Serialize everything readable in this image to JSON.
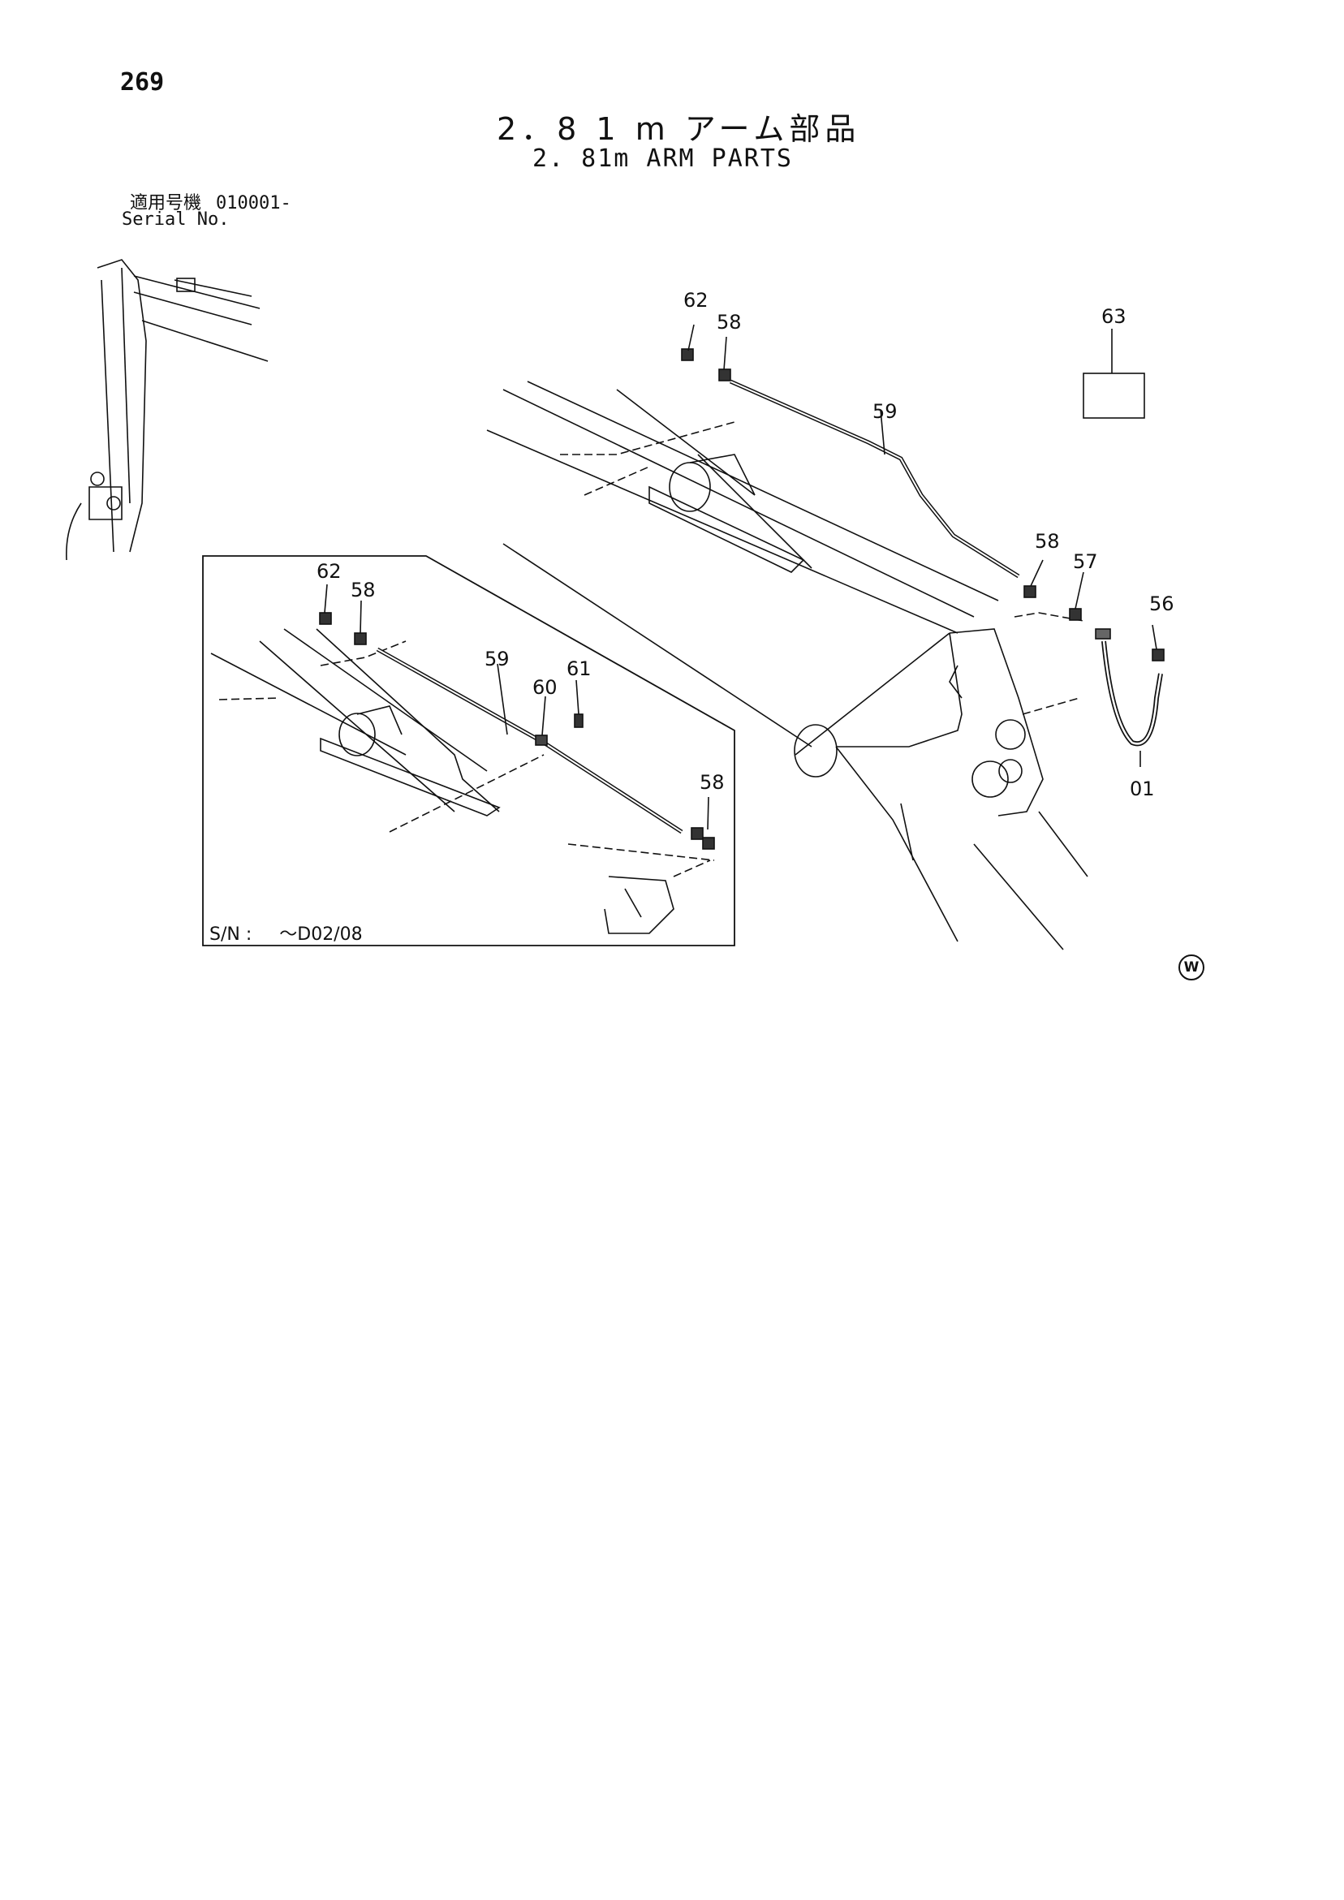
{
  "page_number": "269",
  "title_jp": "2．8 1 m アーム部品",
  "title_en": "2. 81m ARM PARTS",
  "serial_label_jp": "適用号機",
  "serial_code": "010001-",
  "serial_label_en": "Serial No.",
  "inset": {
    "sn_label": "S/N :",
    "sn_value": "～D02/08"
  },
  "callouts": {
    "main_62": "62",
    "main_58_top": "58",
    "main_59": "59",
    "main_63": "63",
    "main_58_right": "58",
    "main_57": "57",
    "main_56": "56",
    "main_01": "01",
    "inset_62": "62",
    "inset_58_top": "58",
    "inset_59": "59",
    "inset_60": "60",
    "inset_61": "61",
    "inset_58_bottom": "58"
  },
  "corner_mark": "W"
}
